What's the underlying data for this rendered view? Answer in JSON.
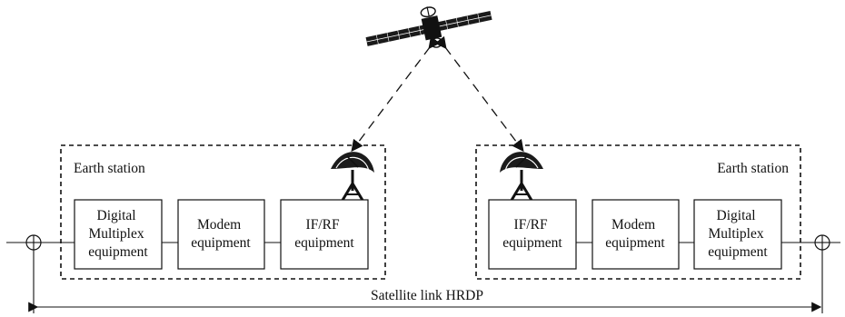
{
  "diagram": {
    "left_station": {
      "label": "Earth station",
      "boxes": [
        [
          "Digital",
          "Multiplex",
          "equipment"
        ],
        [
          "Modem",
          "equipment"
        ],
        [
          "IF/RF",
          "equipment"
        ]
      ]
    },
    "right_station": {
      "label": "Earth station",
      "boxes": [
        [
          "IF/RF",
          "equipment"
        ],
        [
          "Modem",
          "equipment"
        ],
        [
          "Digital",
          "Multiplex",
          "equipment"
        ]
      ]
    },
    "link": {
      "label": "Satellite link HRDP"
    }
  }
}
